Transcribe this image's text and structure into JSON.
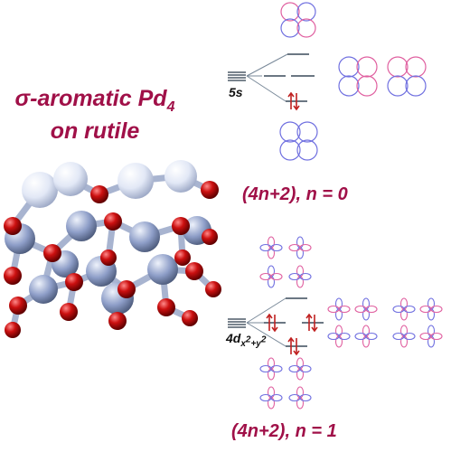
{
  "title": {
    "line1_prefix": "σ-aromatic Pd",
    "line1_subscript": "4",
    "line2": "on rutile"
  },
  "diagrams": [
    {
      "level_label": "5s",
      "rule_prefix": "(4n+2), n = ",
      "n_value": "0"
    },
    {
      "level_label_base": "4d",
      "level_label_subscript": "x",
      "level_label_sub_sup": "2",
      "level_label_plus": "+y",
      "level_label_sup": "2",
      "rule_prefix": "(4n+2), n = ",
      "n_value": "1"
    }
  ],
  "colors": {
    "title": "#a01048",
    "orbital_positive": "#e060a0",
    "orbital_negative": "#7070e0",
    "level_line": "#3a4a5a",
    "electron_arrow": "#c02020",
    "oxygen": "#cc1010",
    "titanium": "#8e9ec8",
    "palladium": "#e8ecf8",
    "bond": "#a8b4d0"
  }
}
